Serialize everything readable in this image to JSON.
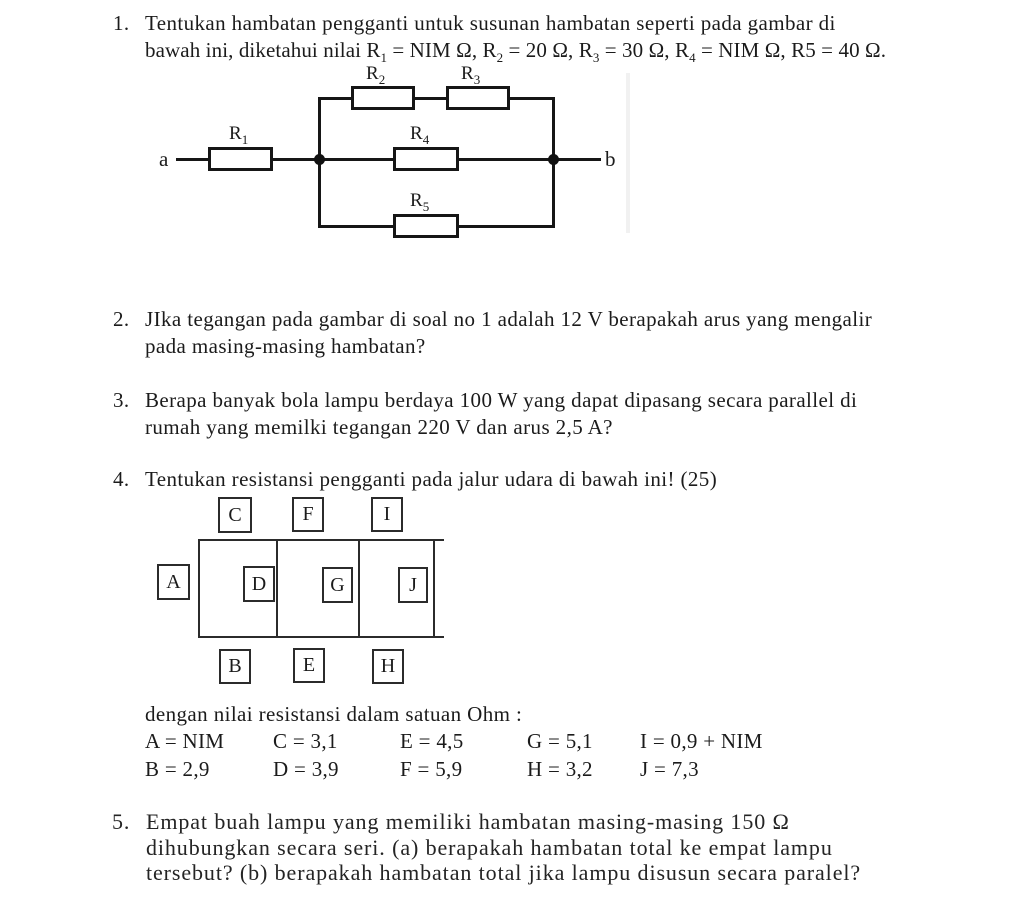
{
  "doc": {
    "q1": {
      "num": "1.",
      "line1": "Tentukan hambatan pengganti untuk susunan hambatan seperti pada gambar di",
      "line2_runs": [
        {
          "t": "bawah ini, diketahui nilai R"
        },
        {
          "s": "1"
        },
        {
          "t": " = NIM Ω, R"
        },
        {
          "s": "2"
        },
        {
          "t": " = 20 Ω, R"
        },
        {
          "s": "3"
        },
        {
          "t": " = 30 Ω, R"
        },
        {
          "s": "4"
        },
        {
          "t": " = NIM Ω, R5 = 40 Ω."
        }
      ]
    },
    "q2": {
      "num": "2.",
      "line1": "JIka tegangan pada gambar di soal no 1 adalah 12 V berapakah arus yang mengalir",
      "line2": "pada masing-masing hambatan?"
    },
    "q3": {
      "num": "3.",
      "line1": "Berapa banyak bola lampu berdaya 100 W yang dapat dipasang secara parallel di",
      "line2": "rumah yang memilki tegangan 220 V dan arus 2,5 A?"
    },
    "q4": {
      "num": "4.",
      "line1": "Tentukan resistansi pengganti pada jalur udara di bawah ini! (25)"
    },
    "q5": {
      "num": "5.",
      "line1": "Empat buah lampu yang memiliki hambatan masing-masing 150 Ω",
      "line2": "dihubungkan secara seri. (a) berapakah hambatan total ke empat lampu",
      "line3": "tersebut? (b) berapakah hambatan total jika lampu disusun secara paralel?"
    }
  },
  "circuit": {
    "terminal_a": "a",
    "terminal_b": "b",
    "r1": {
      "base": "R",
      "sub": "1"
    },
    "r2": {
      "base": "R",
      "sub": "2"
    },
    "r3": {
      "base": "R",
      "sub": "3"
    },
    "r4": {
      "base": "R",
      "sub": "4"
    },
    "r5": {
      "base": "R",
      "sub": "5"
    }
  },
  "ladder": {
    "chips": {
      "A": "A",
      "B": "B",
      "C": "C",
      "D": "D",
      "E": "E",
      "F": "F",
      "G": "G",
      "H": "H",
      "I": "I",
      "J": "J"
    }
  },
  "values": {
    "caption": "dengan nilai resistansi dalam satuan Ohm :",
    "row1": [
      "A = NIM",
      "C = 3,1",
      "E = 4,5",
      "G = 5,1",
      "I = 0,9 + NIM"
    ],
    "row2": [
      "B = 2,9",
      "D = 3,9",
      "F = 5,9",
      "H = 3,2",
      "J = 7,3"
    ]
  },
  "colors": {
    "ink": "#1b1b1b",
    "line": "#161616",
    "paper": "#ffffff"
  }
}
